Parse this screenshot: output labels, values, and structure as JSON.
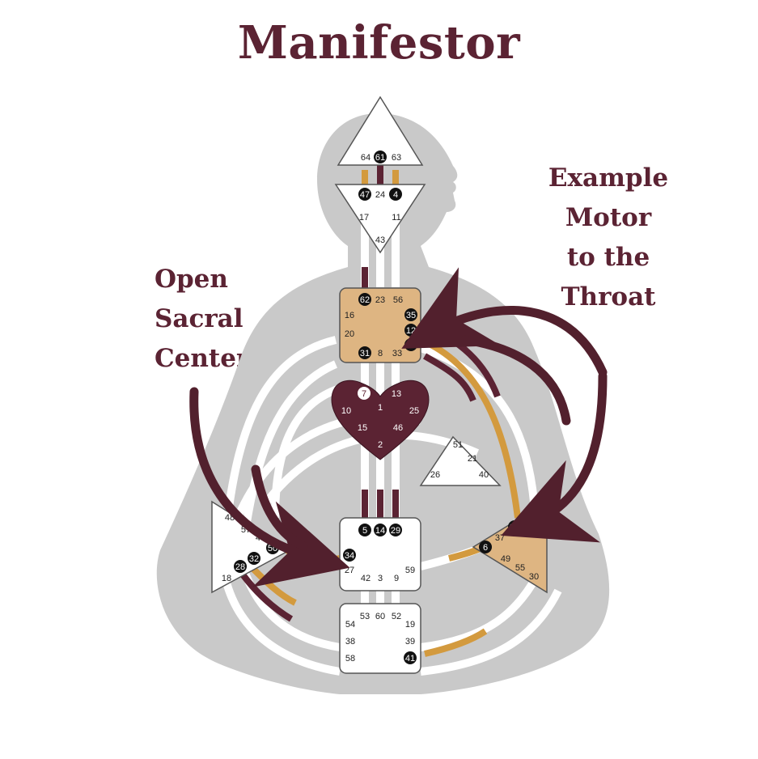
{
  "title": "Manifestor",
  "labels": {
    "left": [
      "Open",
      "Sacral",
      "Center"
    ],
    "right": [
      "Example",
      "Motor",
      "to the",
      "Throat"
    ]
  },
  "colors": {
    "title": "#5b2333",
    "body": "#c9c9c9",
    "defined_center": "#deb582",
    "heart": "#5b2333",
    "channel_gold": "#d39a3e",
    "channel_maroon": "#5b2333",
    "arrow": "#52202d"
  },
  "centers": {
    "head": {
      "gates": [
        "64",
        "61",
        "63"
      ],
      "active": [
        "61"
      ]
    },
    "ajna": {
      "gates": [
        "47",
        "24",
        "4",
        "17",
        "11",
        "43"
      ],
      "active": [
        "47",
        "4"
      ]
    },
    "throat": {
      "gates": [
        "62",
        "23",
        "56",
        "16",
        "35",
        "12",
        "20",
        "45",
        "31",
        "8",
        "33"
      ],
      "active": [
        "62",
        "35",
        "12",
        "45",
        "31"
      ]
    },
    "g": {
      "gates": [
        "7",
        "13",
        "1",
        "10",
        "25",
        "15",
        "46",
        "2"
      ],
      "active": [
        "7"
      ]
    },
    "ego": {
      "gates": [
        "51",
        "21",
        "26",
        "40"
      ],
      "active": []
    },
    "sacral": {
      "gates": [
        "5",
        "14",
        "29",
        "34",
        "27",
        "42",
        "3",
        "9",
        "59"
      ],
      "active": [
        "5",
        "14",
        "29",
        "34"
      ]
    },
    "spleen": {
      "gates": [
        "48",
        "57",
        "44",
        "50",
        "32",
        "28",
        "18"
      ],
      "active": [
        "50",
        "32",
        "28"
      ]
    },
    "solar_plexus": {
      "gates": [
        "36",
        "22",
        "37",
        "6",
        "49",
        "55",
        "30"
      ],
      "active": [
        "36",
        "6"
      ]
    },
    "root": {
      "gates": [
        "53",
        "60",
        "52",
        "54",
        "19",
        "38",
        "39",
        "58",
        "41"
      ],
      "active": [
        "41"
      ]
    }
  }
}
